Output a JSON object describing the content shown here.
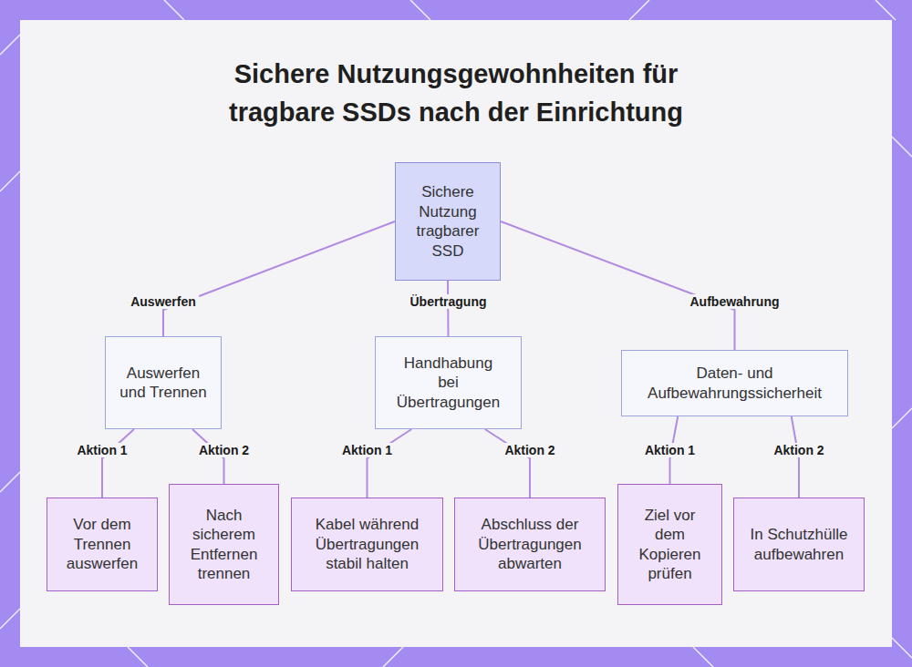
{
  "diagram": {
    "title": "Sichere Nutzungsgewohnheiten für tragbare SSDs nach der Einrichtung",
    "nodes": [
      {
        "text": [
          "Sichere Nutzung tragbarer SSD"
        ]
      },
      {
        "text": [
          "Auswerfen und Trennen"
        ]
      },
      {
        "text": [
          "Handhabung bei Übertragungen"
        ]
      },
      {
        "text": [
          "Daten- und Aufbewahrungssicherheit"
        ]
      },
      {
        "text": [
          "Vor dem Trennen auswerfen"
        ]
      },
      {
        "text": [
          "Nach sicherem Entfernen trennen"
        ]
      },
      {
        "text": [
          "Kabel während Übertragungen stabil halten"
        ]
      },
      {
        "text": [
          "Abschluss der Übertragungen abwarten"
        ]
      },
      {
        "text": [
          "Ziel vor dem Kopieren prüfen"
        ]
      },
      {
        "text": [
          "In Schutzhülle aufbewahren"
        ]
      }
    ],
    "edges": [
      {
        "from": 0,
        "to": 1,
        "arrow": "none",
        "label": "Auswerfen"
      },
      {
        "from": 0,
        "to": 2,
        "arrow": "none",
        "label": "Übertragung"
      },
      {
        "from": 0,
        "to": 3,
        "arrow": "none",
        "label": "Aufbewahrung"
      },
      {
        "from": 1,
        "to": 4,
        "arrow": "none",
        "label": "Aktion 1"
      },
      {
        "from": 1,
        "to": 5,
        "arrow": "none",
        "label": "Aktion 2"
      },
      {
        "from": 2,
        "to": 6,
        "arrow": "none",
        "label": "Aktion 1"
      },
      {
        "from": 2,
        "to": 7,
        "arrow": "none",
        "label": "Aktion 2"
      },
      {
        "from": 3,
        "to": 8,
        "arrow": "none",
        "label": "Aktion 1"
      },
      {
        "from": 3,
        "to": 9,
        "arrow": "none",
        "label": "Aktion 2"
      }
    ]
  }
}
